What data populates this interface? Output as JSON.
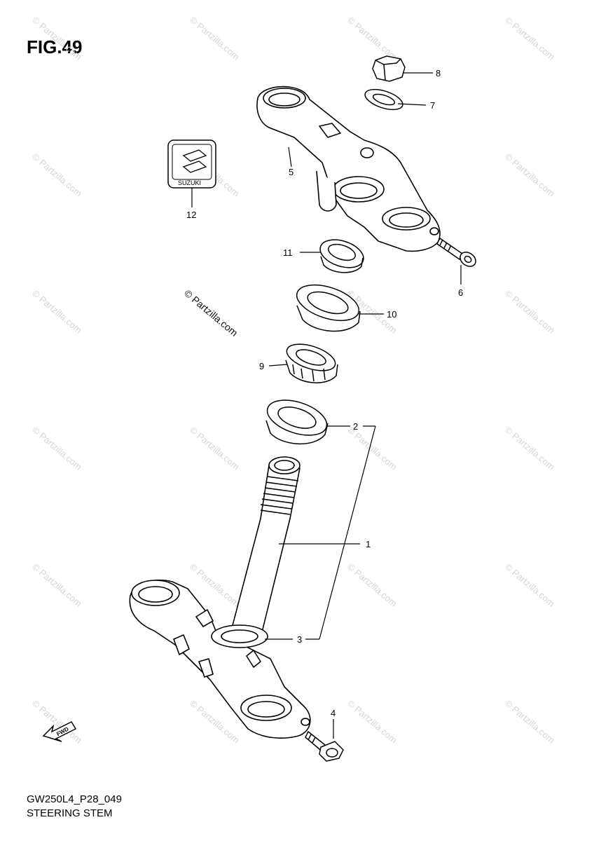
{
  "figure": {
    "title": "FIG.49",
    "code": "GW250L4_P28_049",
    "name": "STEERING STEM"
  },
  "watermark": {
    "text": "© Partzilla.com"
  },
  "decal_text": "SUZUKI",
  "fwd_text": "FWD",
  "callouts": [
    {
      "id": "1",
      "label": "1"
    },
    {
      "id": "2",
      "label": "2"
    },
    {
      "id": "3",
      "label": "3"
    },
    {
      "id": "4",
      "label": "4"
    },
    {
      "id": "5",
      "label": "5"
    },
    {
      "id": "6",
      "label": "6"
    },
    {
      "id": "7",
      "label": "7"
    },
    {
      "id": "8",
      "label": "8"
    },
    {
      "id": "9",
      "label": "9"
    },
    {
      "id": "10",
      "label": "10"
    },
    {
      "id": "11",
      "label": "11"
    },
    {
      "id": "12",
      "label": "12"
    }
  ]
}
